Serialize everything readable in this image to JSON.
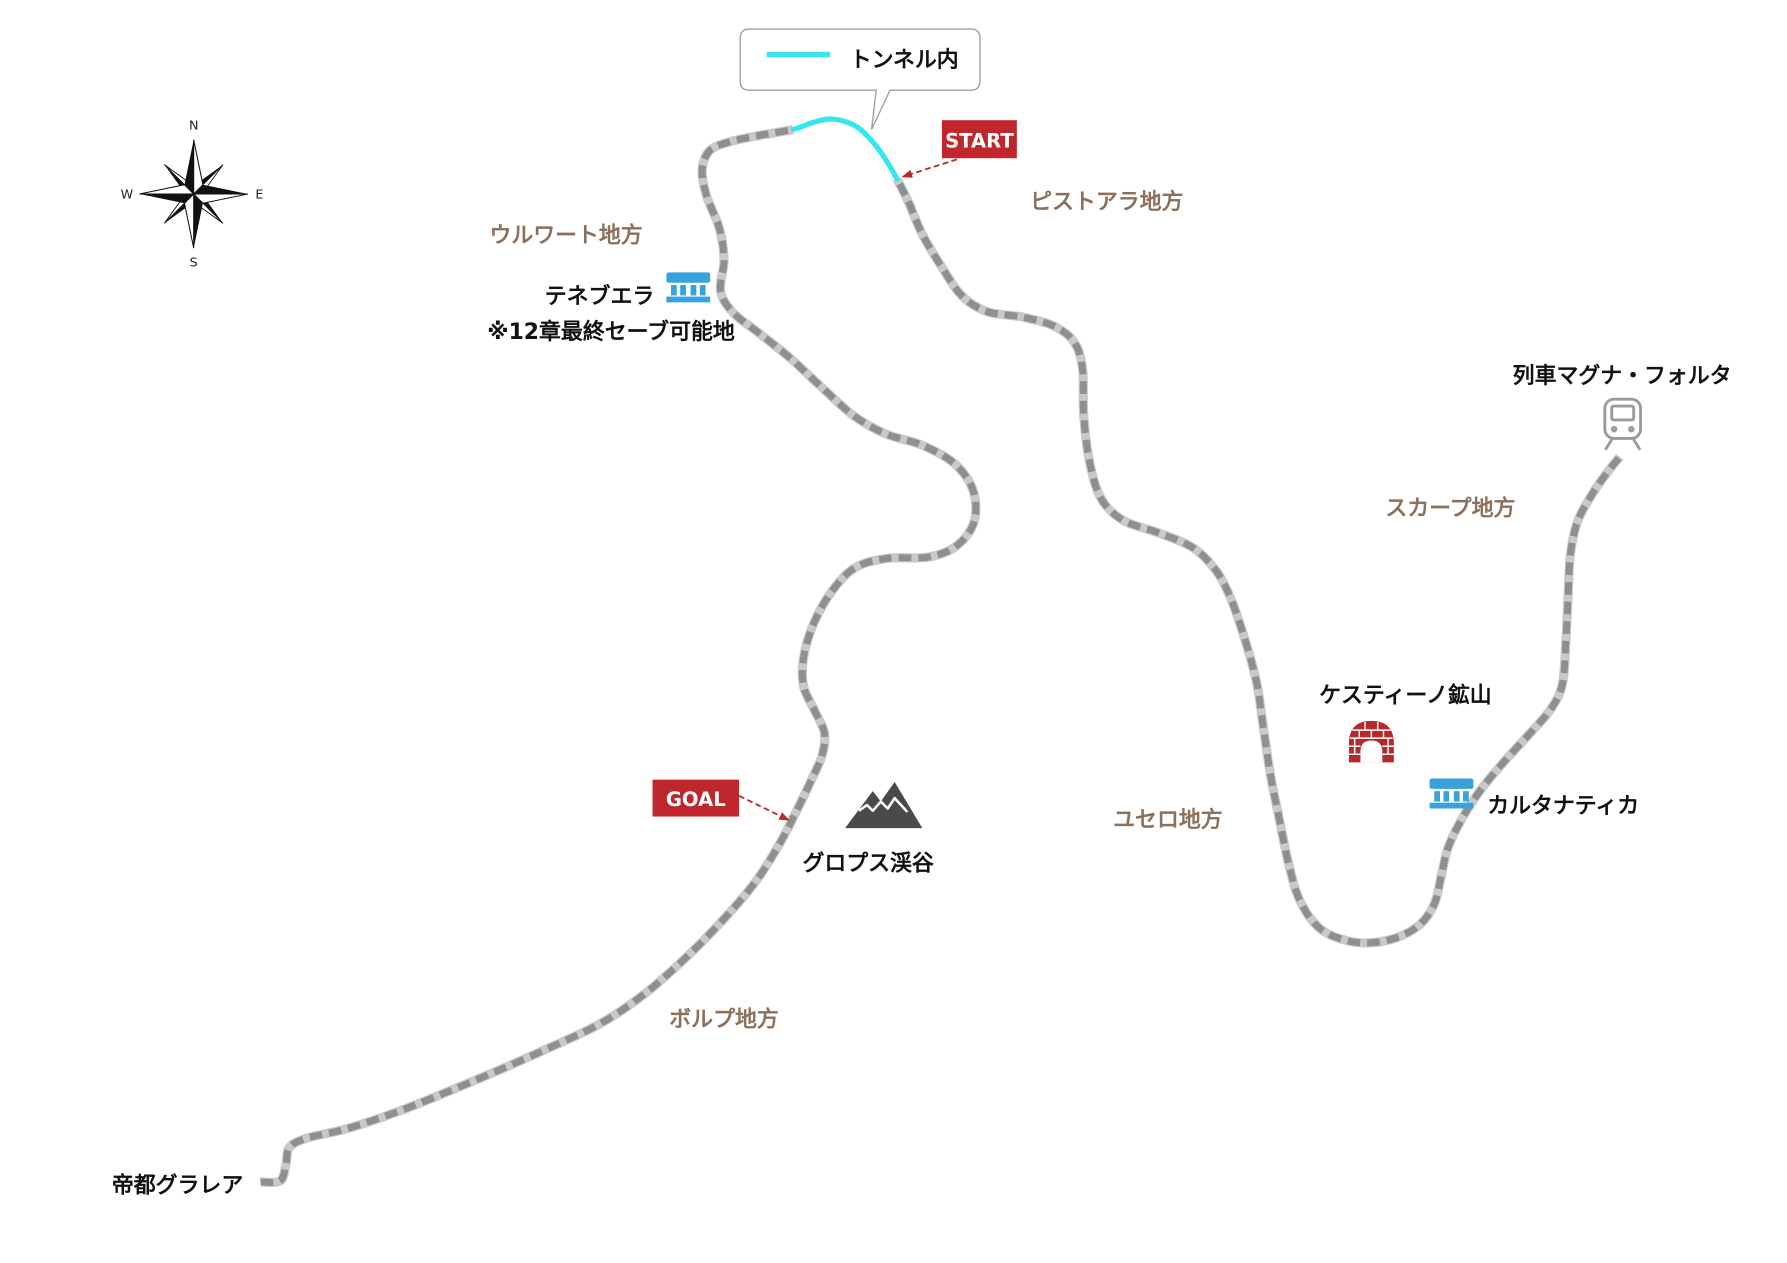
{
  "legend": {
    "tunnel_label": "トンネル内",
    "tunnel_color": "#35e6f0"
  },
  "compass": {
    "north": "N",
    "east": "E",
    "south": "S",
    "west": "W"
  },
  "markers": {
    "start": {
      "label": "START"
    },
    "goal": {
      "label": "GOAL"
    },
    "badge_color": "#c0272d"
  },
  "regions": {
    "ulwaat": "ウルワート地方",
    "pistoala": "ピストアラ地方",
    "scarp": "スカープ地方",
    "usero": "ユセロ地方",
    "volp": "ボルプ地方"
  },
  "places": {
    "tenebrae": {
      "name": "テネブエラ",
      "note": "※12章最終セーブ可能地",
      "icon": "station-icon"
    },
    "magna_folta": {
      "name": "列車マグナ・フォルタ",
      "icon": "train-icon"
    },
    "cestino_mine": {
      "name": "ケスティーノ鉱山",
      "icon": "mine-tunnel-icon"
    },
    "cartanica": {
      "name": "カルタナティカ",
      "icon": "station-icon"
    },
    "gralea": {
      "name": "帝都グラレア"
    },
    "glopus_valley": {
      "name": "グロプス渓谷",
      "icon": "mountain-icon"
    }
  },
  "colors": {
    "route": "#8f8f8f",
    "station": "#37a2dc",
    "region_label": "#8d705c",
    "note": "#d62f3c",
    "valley_label": "#2a3185",
    "mine": "#b5282e",
    "mountain": "#4a4a4a",
    "train": "#9b9b9b"
  }
}
